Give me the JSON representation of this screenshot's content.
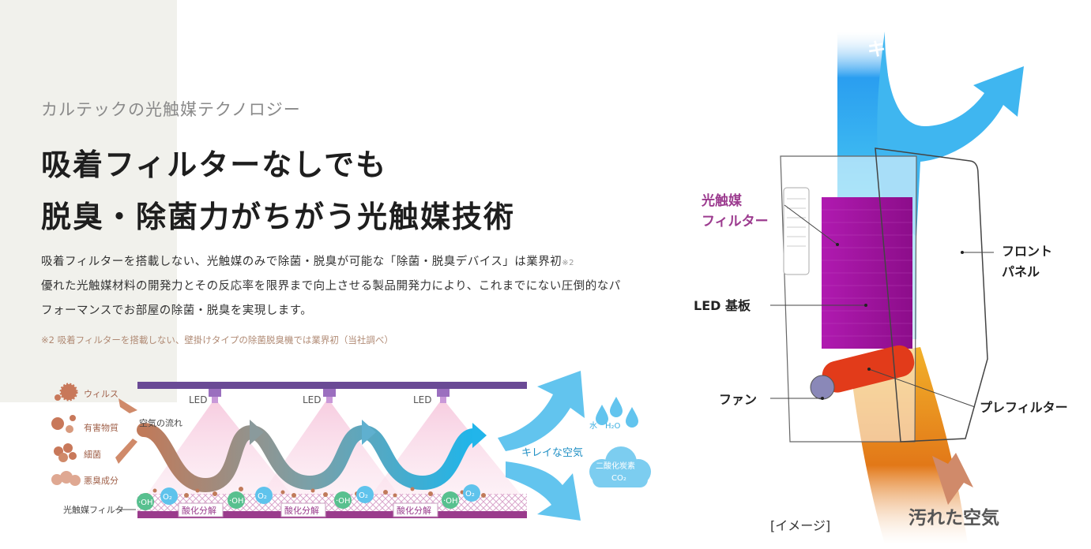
{
  "intro": {
    "subtitle": "カルテックの光触媒テクノロジー",
    "headline_line1": "吸着フィルターなしでも",
    "headline_line2": "脱臭・除菌力がちがう光触媒技術",
    "body_line1": "吸着フィルターを搭載しない、光触媒のみで除菌・脱臭が可能な「除菌・脱臭デバイス」は業界初",
    "body_line1_note": "※2",
    "body_line2": "優れた光触媒材料の開発力とその反応率を限界まで向上させる製品開発力により、これまでにない圧倒的なパ",
    "body_line3": "フォーマンスでお部屋の除菌・脱臭を実現します。",
    "footnote": "※2 吸着フィルターを搭載しない、壁掛けタイプの除菌脱臭機では業界初（当社調べ）"
  },
  "process_diagram": {
    "pollutants": [
      "ウィルス",
      "有害物質",
      "細菌",
      "悪臭成分"
    ],
    "led_label": "LED",
    "airflow_label": "空気の流れ",
    "filter_label": "光触媒フィルター",
    "oh_label": "·OH",
    "o2_label": "O₂",
    "decomposition_label": "酸化分解",
    "clean_air_label": "キレイな空気",
    "water_label": "水",
    "water_formula": "H₂O",
    "co2_label": "二酸化炭素",
    "co2_formula": "CO₂"
  },
  "device_diagram": {
    "clean_air_label": "キレイな空気",
    "dirty_air_label": "汚れた空気",
    "photocatalyst_filter_line1": "光触媒",
    "photocatalyst_filter_line2": "フィルター",
    "led_board_label": "LED 基板",
    "fan_label": "ファン",
    "front_panel_line1": "フロント",
    "front_panel_line2": "パネル",
    "prefilter_label": "プレフィルター",
    "image_note": "[イメージ]"
  },
  "colors": {
    "purple_accent": "#9c3b8f",
    "led_bar": "#6a4a95",
    "filter_bar": "#9a3b8c",
    "clean_air_blue": "#36b6e8",
    "dirty_air_orange": "#e88a1a",
    "pollutant_brown": "#c8785a"
  }
}
